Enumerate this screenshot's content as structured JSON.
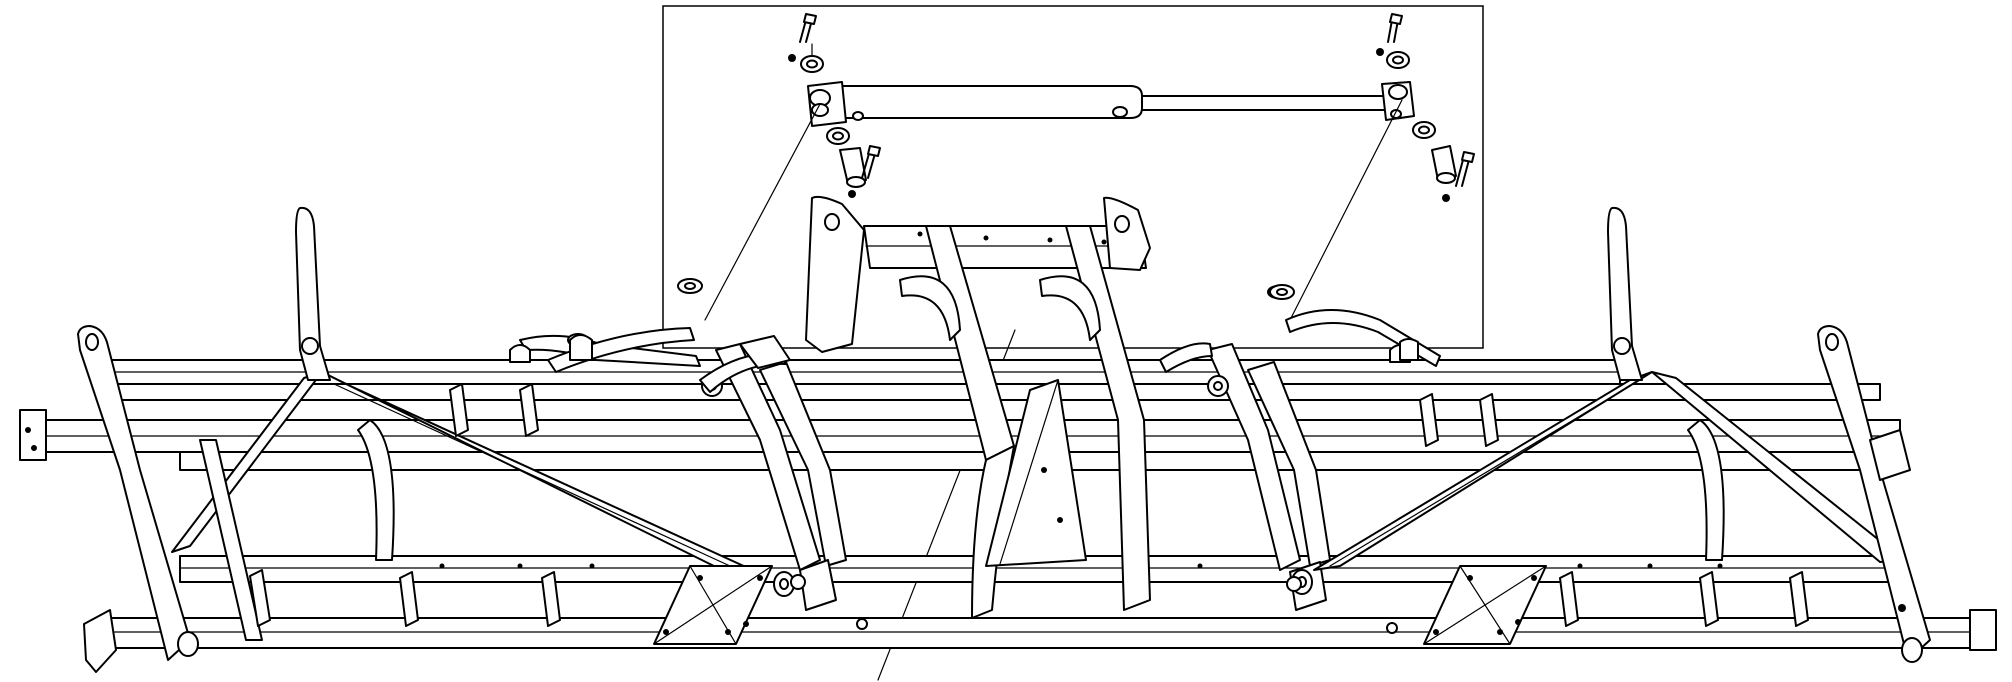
{
  "figure": {
    "kind": "exploded-assembly-line-drawing",
    "subject": "hydraulic-wing-frame",
    "labels": []
  },
  "colors": {
    "line": "#000000",
    "background": "#ffffff"
  },
  "parts": {
    "detail_inset": [
      "hydraulic-cylinder",
      "upper-pins",
      "lower-pins",
      "washers",
      "nuts",
      "bushings"
    ],
    "main_assembly": [
      "center-section-frame",
      "left-wing-frame",
      "right-wing-frame",
      "hinge-brackets",
      "mounting-plates",
      "tube-cross-members",
      "shank-mounts",
      "lift-arms"
    ]
  }
}
